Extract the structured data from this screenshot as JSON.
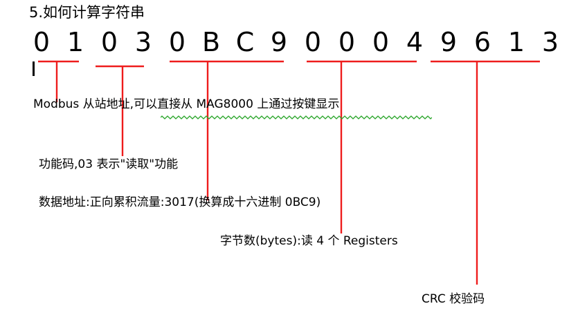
{
  "title": "5.如何计算字符串",
  "hex_string": [
    "0",
    "1",
    "0",
    "3",
    "0",
    "B",
    "C",
    "9",
    "0",
    "0",
    "0",
    "4",
    "9",
    "6",
    "1",
    "3"
  ],
  "fields": [
    {
      "label": "Modbus 从站地址,可以直接从 MAG8000 上通过按键显示"
    },
    {
      "label": "功能码,03 表示\"读取\"功能"
    },
    {
      "label": "数据地址:正向累积流量:3017(换算成十六进制 0BC9)"
    },
    {
      "label": "字节数(bytes):读 4 个 Registers"
    },
    {
      "label": "CRC 校验码"
    }
  ],
  "colors": {
    "accent": "#ee1c1c",
    "spellcheck": "#2aa52a"
  }
}
